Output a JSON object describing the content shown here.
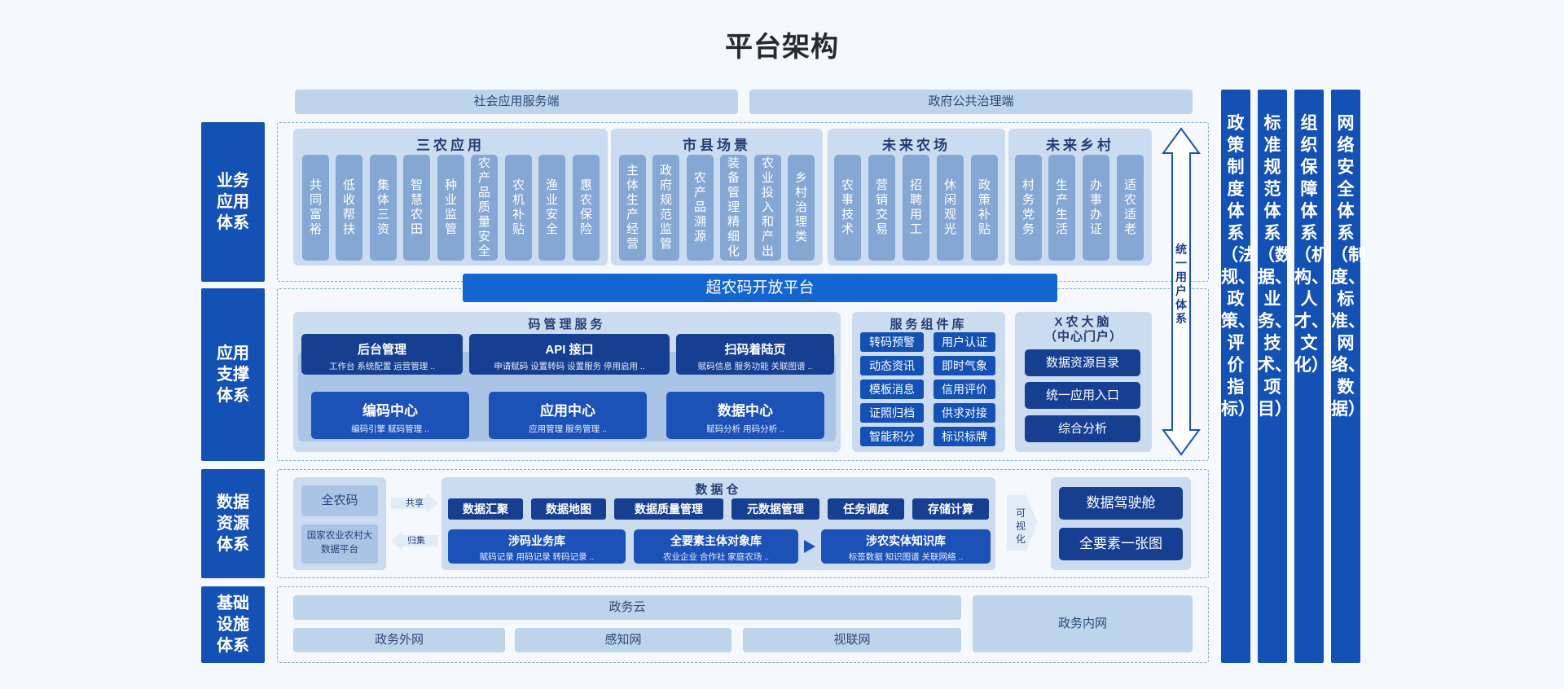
{
  "title": "平台架构",
  "top_row": [
    "社会应用服务端",
    "政府公共治理端"
  ],
  "sections": [
    "业务应用体系",
    "应用支撑体系",
    "数据资源体系",
    "基础设施体系"
  ],
  "right_bars": [
    "政策制度体系（法规、政策、评价指标）",
    "标准规范体系（数据、业务、技术、项目）",
    "组织保障体系（机构、人才、文化）",
    "网络安全体系（制度、标准、网络、数据）"
  ],
  "biz": {
    "groups": [
      {
        "title": "三农应用",
        "items": [
          "共同富裕",
          "低收帮扶",
          "集体三资",
          "智慧农田",
          "种业监管",
          "农产品质量安全",
          "农机补贴",
          "渔业安全",
          "惠农保险"
        ]
      },
      {
        "title": "市县场景",
        "items": [
          "主体生产经营",
          "政府规范监管",
          "农产品溯源",
          "装备管理精细化",
          "农业投入和产出",
          "乡村治理类"
        ]
      },
      {
        "title": "未来农场",
        "items": [
          "农事技术",
          "营销交易",
          "招聘用工",
          "休闲观光",
          "政策补贴"
        ]
      },
      {
        "title": "未来乡村",
        "items": [
          "村务党务",
          "生产生活",
          "办事办证",
          "适农适老"
        ]
      }
    ],
    "unified_user": "统一用户体系"
  },
  "platform": "超农码开放平台",
  "code_mgmt": {
    "title": "码管理服务",
    "top": [
      {
        "name": "后台管理",
        "sub": "工作台  系统配置  运营管理  .."
      },
      {
        "name": "API 接口",
        "sub": "申请赋码  设置转码  设置服务  停用启用  .."
      },
      {
        "name": "扫码着陆页",
        "sub": "赋码信息  服务功能  关联图谱  .."
      }
    ],
    "bottom": [
      {
        "name": "编码中心",
        "sub": "编码引擎  赋码管理  .."
      },
      {
        "name": "应用中心",
        "sub": "应用管理  服务管理  .."
      },
      {
        "name": "数据中心",
        "sub": "赋码分析  用码分析  .."
      }
    ]
  },
  "components": {
    "title": "服务组件库",
    "items": [
      "转码预警",
      "用户认证",
      "动态资讯",
      "即时气象",
      "模板消息",
      "信用评价",
      "证照归档",
      "供求对接",
      "智能积分",
      "标识标牌"
    ]
  },
  "brain": {
    "title": "X农大脑",
    "subtitle": "（中心门户）",
    "items": [
      "数据资源目录",
      "统一应用入口",
      "综合分析"
    ]
  },
  "data_res": {
    "left": [
      "全农码",
      "国家农业农村大数据平台"
    ],
    "arrows": [
      "共享",
      "归集"
    ],
    "warehouse_title": "数据仓",
    "ops": [
      "数据汇聚",
      "数据地图",
      "数据质量管理",
      "元数据管理",
      "任务调度",
      "存储计算"
    ],
    "libs": [
      {
        "name": "涉码业务库",
        "sub": "赋码记录  用码记录  转码记录  .."
      },
      {
        "name": "全要素主体对象库",
        "sub": "农业企业  合作社  家庭农场  .."
      },
      {
        "name": "涉农实体知识库",
        "sub": "标签数据  知识图谱  关联网络  .."
      }
    ],
    "visual": "可视化",
    "right": [
      "数据驾驶舱",
      "全要素一张图"
    ]
  },
  "infra": {
    "cloud": "政务云",
    "nets": [
      "政务外网",
      "感知网",
      "视联网"
    ],
    "intranet": "政务内网"
  }
}
